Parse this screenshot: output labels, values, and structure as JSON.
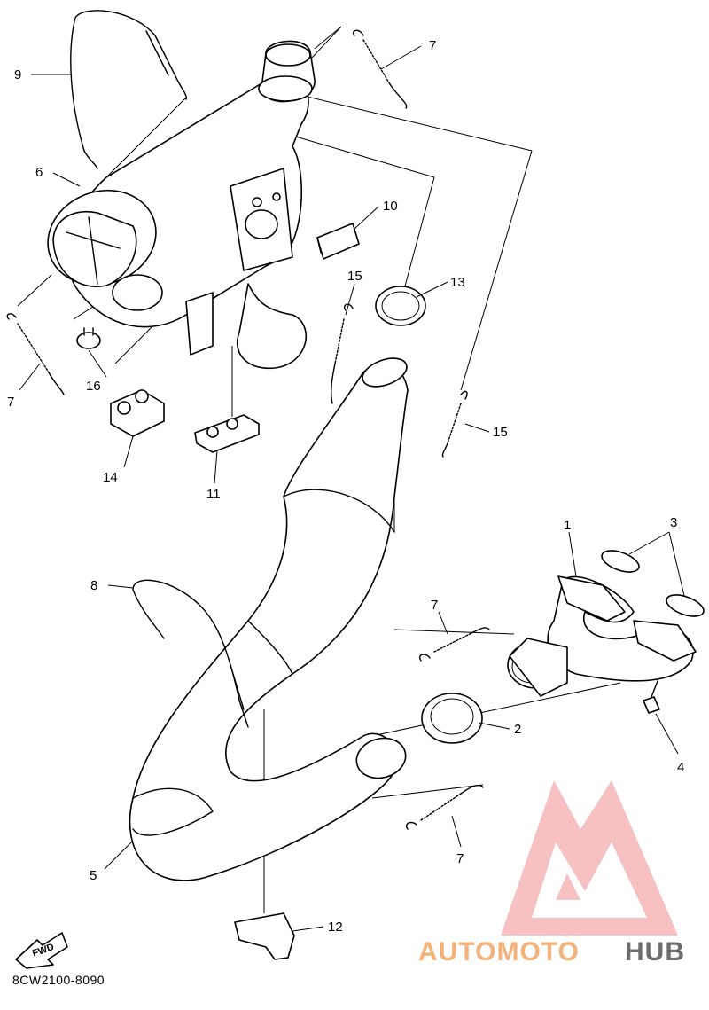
{
  "callouts": [
    {
      "id": "c1",
      "text": "1"
    },
    {
      "id": "c2",
      "text": "2"
    },
    {
      "id": "c3",
      "text": "3"
    },
    {
      "id": "c4",
      "text": "4"
    },
    {
      "id": "c5",
      "text": "5"
    },
    {
      "id": "c6",
      "text": "6"
    },
    {
      "id": "c7a",
      "text": "7"
    },
    {
      "id": "c7b",
      "text": "7"
    },
    {
      "id": "c7c",
      "text": "7"
    },
    {
      "id": "c7d",
      "text": "7"
    },
    {
      "id": "c8",
      "text": "8"
    },
    {
      "id": "c9",
      "text": "9"
    },
    {
      "id": "c10",
      "text": "10"
    },
    {
      "id": "c11",
      "text": "11"
    },
    {
      "id": "c12",
      "text": "12"
    },
    {
      "id": "c13",
      "text": "13"
    },
    {
      "id": "c14",
      "text": "14"
    },
    {
      "id": "c15a",
      "text": "15"
    },
    {
      "id": "c15b",
      "text": "15"
    },
    {
      "id": "c16",
      "text": "16"
    }
  ],
  "fwd_label": "FWD",
  "diagram_code": "8CW2100-8090",
  "watermark": {
    "part1": "AUTOMOTO",
    "part2": "HUB",
    "color_logo": "#f4a0a0",
    "color_auto": "#f3b27a",
    "color_hub": "#6d6d6d"
  }
}
